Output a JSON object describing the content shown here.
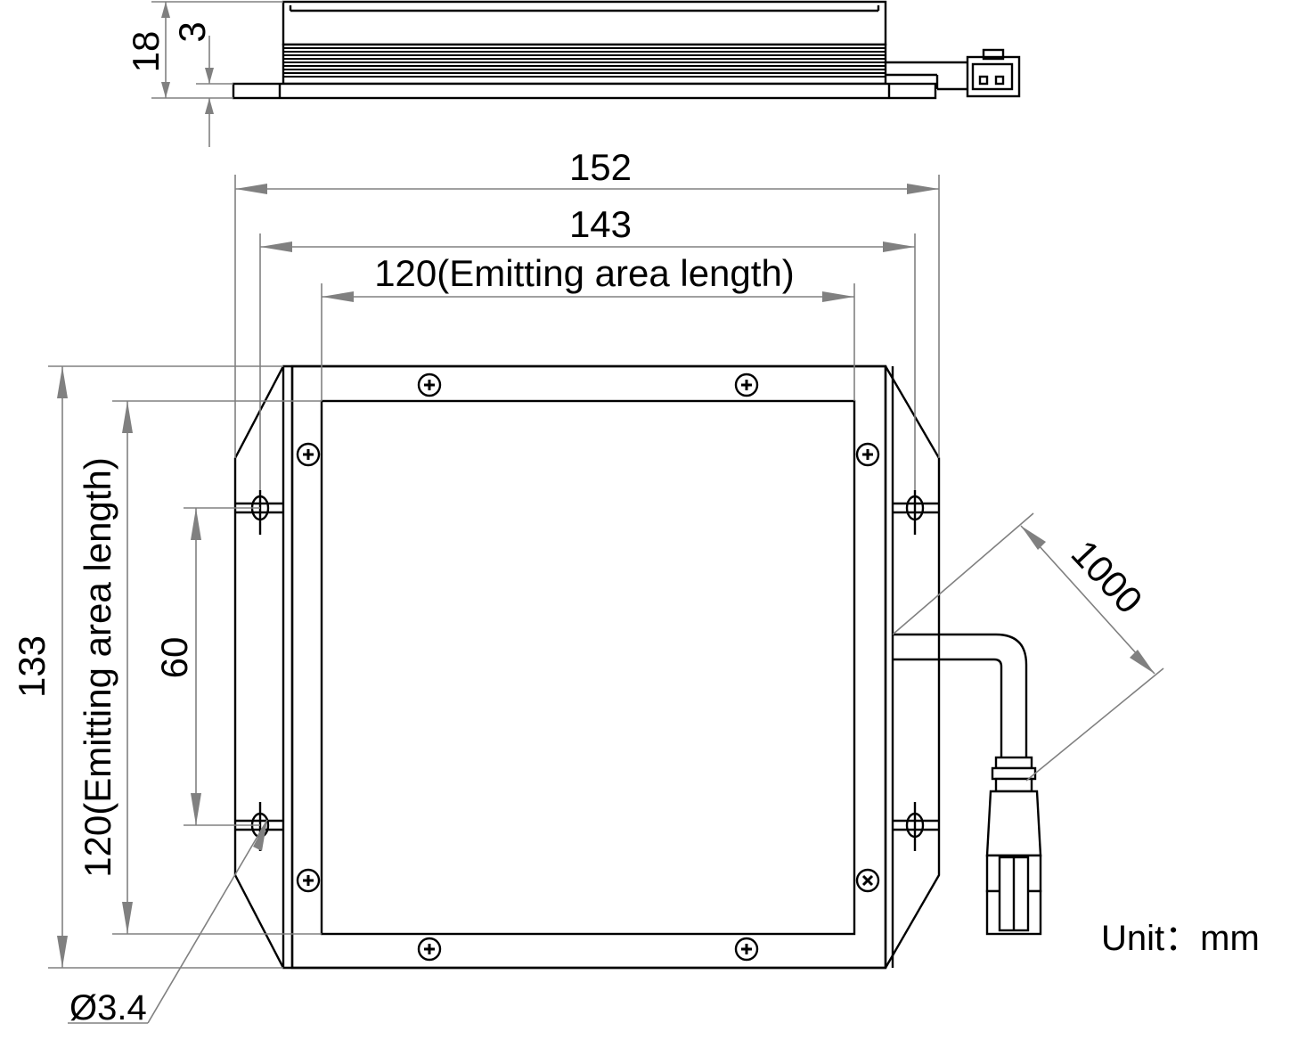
{
  "drawing": {
    "labels": {
      "height_total": "18",
      "height_base": "3",
      "width_outer": "152",
      "hole_pitch_x": "143",
      "emit_width": "120(Emitting area length)",
      "height_outer": "133",
      "emit_height": "120(Emitting area length)",
      "hole_pitch_y": "60",
      "cable_length": "1000",
      "hole_diameter": "Ø3.4",
      "unit": "Unit：mm"
    },
    "colors": {
      "outline": "#000000",
      "dimension": "#808080",
      "background": "#ffffff"
    }
  }
}
